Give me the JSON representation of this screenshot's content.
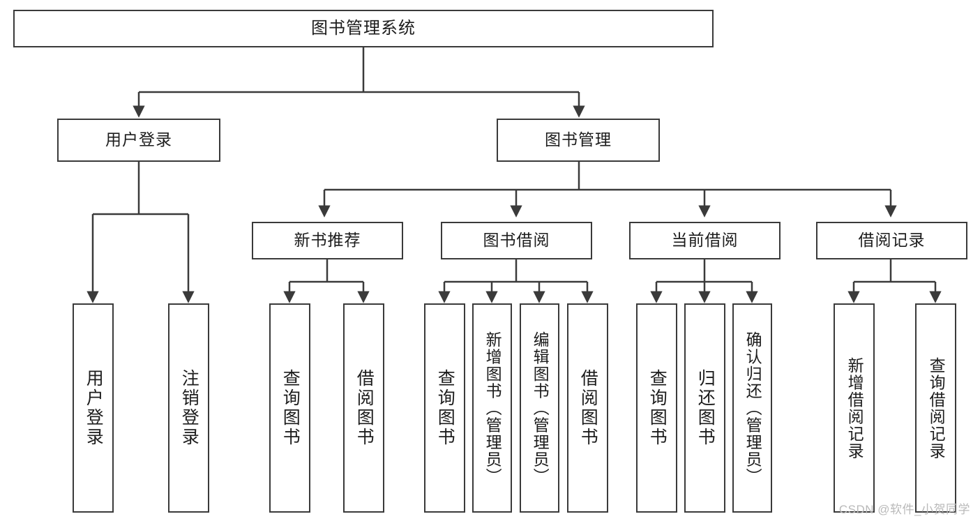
{
  "diagram": {
    "title": "图书管理系统",
    "watermark": "CSDN @软件_小贺同学",
    "stroke_color": "#3a3a3a",
    "text_color": "#1c1c1c",
    "background_color": "#ffffff"
  },
  "nodes": {
    "root": {
      "label": "图书管理系统"
    },
    "level2": [
      {
        "label": "用户登录"
      },
      {
        "label": "图书管理"
      }
    ],
    "level3": [
      {
        "label": "新书推荐"
      },
      {
        "label": "图书借阅"
      },
      {
        "label": "当前借阅"
      },
      {
        "label": "借阅记录"
      }
    ],
    "leaves": {
      "user_login": [
        {
          "label": "用户登录"
        },
        {
          "label": "注销登录"
        }
      ],
      "new_book": [
        {
          "label": "查询图书"
        },
        {
          "label": "借阅图书"
        }
      ],
      "book_borrow": [
        {
          "label": "查询图书"
        },
        {
          "label": "新增图书（管理员）"
        },
        {
          "label": "编辑图书（管理员）"
        },
        {
          "label": "借阅图书"
        }
      ],
      "current_borrow": [
        {
          "label": "查询图书"
        },
        {
          "label": "归还图书"
        },
        {
          "label": "确认归还（管理员）"
        }
      ],
      "borrow_record": [
        {
          "label": "新增借阅记录"
        },
        {
          "label": "查询借阅记录"
        }
      ]
    }
  }
}
